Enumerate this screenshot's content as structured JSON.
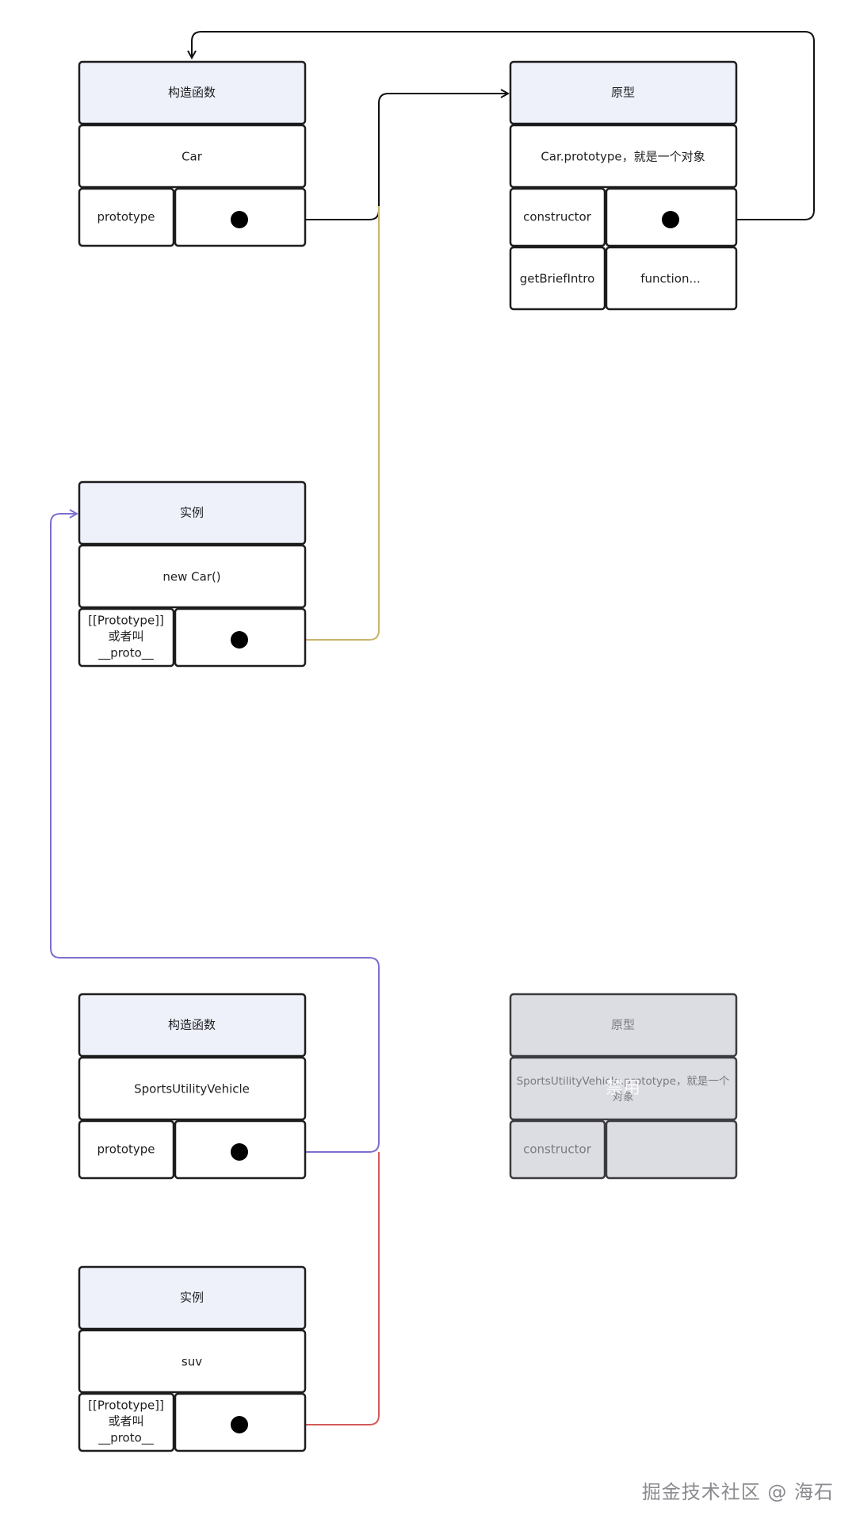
{
  "boxes": {
    "car_constructor": {
      "header": "构造函数",
      "name": "Car",
      "slot_label": "prototype"
    },
    "car_prototype": {
      "header": "原型",
      "name": "Car.prototype，就是一个对象",
      "slot_label": "constructor",
      "method_label": "getBriefIntro",
      "method_value": "function..."
    },
    "car_instance": {
      "header": "实例",
      "name": "new Car()",
      "slot_label_lines": [
        "[[Prototype]]",
        "或者叫",
        "__proto__"
      ]
    },
    "suv_constructor": {
      "header": "构造函数",
      "name": "SportsUtilityVehicle",
      "slot_label": "prototype"
    },
    "suv_prototype": {
      "header": "原型",
      "name_lines": [
        "SportsUtilityVehicle.prototype，就是一个",
        "对象"
      ],
      "overlay": "禁用",
      "slot_label": "constructor"
    },
    "suv_instance": {
      "header": "实例",
      "name": "suv",
      "slot_label_lines": [
        "[[Prototype]]",
        "或者叫",
        "__proto__"
      ]
    }
  },
  "connectors": {
    "constructor_link_color": "#111111",
    "car_proto_link_color": "#c9b46a",
    "suv_proto_link_color": "#7b6fd0",
    "suv_instance_link_color": "#d35a5a"
  },
  "watermark": "掘金技术社区 @ 海石"
}
